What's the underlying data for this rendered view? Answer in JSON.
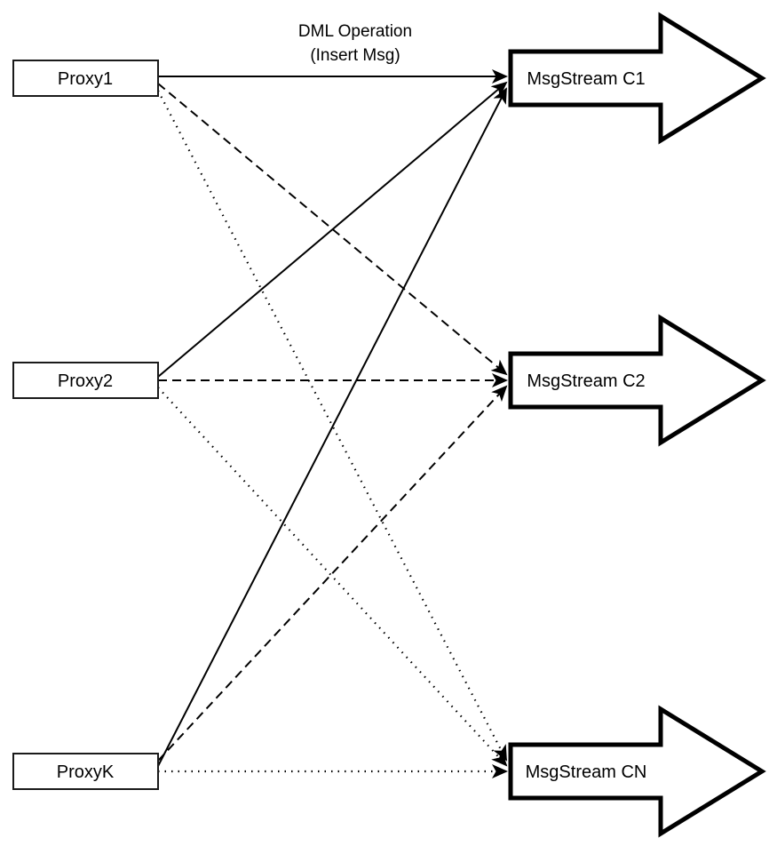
{
  "diagram": {
    "edge_label": {
      "line1": "DML Operation",
      "line2": "(Insert Msg)"
    },
    "proxies": [
      {
        "id": "proxy1",
        "label": "Proxy1"
      },
      {
        "id": "proxy2",
        "label": "Proxy2"
      },
      {
        "id": "proxyk",
        "label": "ProxyK"
      }
    ],
    "streams": [
      {
        "id": "c1",
        "label": "MsgStream C1"
      },
      {
        "id": "c2",
        "label": "MsgStream C2"
      },
      {
        "id": "cn",
        "label": "MsgStream CN"
      }
    ],
    "edges": [
      {
        "from": "Proxy1",
        "to": "MsgStream C1",
        "style": "solid"
      },
      {
        "from": "Proxy2",
        "to": "MsgStream C1",
        "style": "solid"
      },
      {
        "from": "ProxyK",
        "to": "MsgStream C1",
        "style": "solid"
      },
      {
        "from": "Proxy1",
        "to": "MsgStream C2",
        "style": "dashed"
      },
      {
        "from": "Proxy2",
        "to": "MsgStream C2",
        "style": "dashed"
      },
      {
        "from": "ProxyK",
        "to": "MsgStream C2",
        "style": "dashed"
      },
      {
        "from": "Proxy1",
        "to": "MsgStream CN",
        "style": "dotted"
      },
      {
        "from": "Proxy2",
        "to": "MsgStream CN",
        "style": "dotted"
      },
      {
        "from": "ProxyK",
        "to": "MsgStream CN",
        "style": "dotted"
      }
    ],
    "colors": {
      "stroke": "#000000",
      "fill": "#ffffff"
    }
  }
}
